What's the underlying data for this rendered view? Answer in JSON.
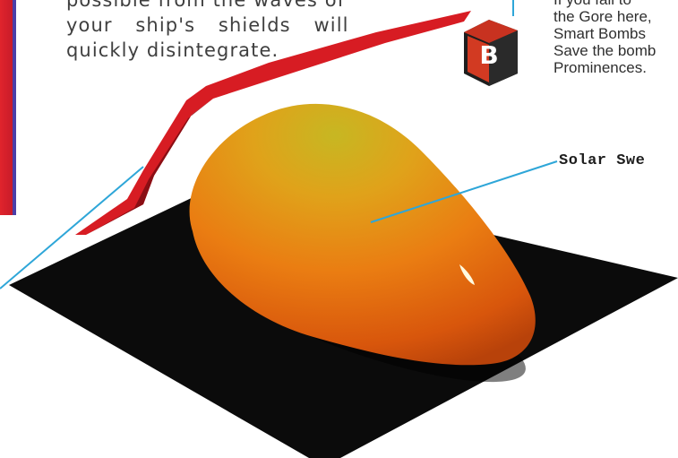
{
  "body_text": {
    "lines": [
      "possible from the waves of",
      "your ship's shields will",
      "quickly disintegrate."
    ]
  },
  "tip": {
    "lines": [
      "If you fail to",
      "the Gore here,",
      "Smart Bombs",
      "Save the bomb",
      "Prominences."
    ]
  },
  "callout": {
    "label": "Solar Swe"
  },
  "bomb_icon": {
    "letter": "B"
  },
  "colors": {
    "left_bar": "#d61f2a",
    "ribbon": "#d81d24",
    "platform": "#0c0c0c",
    "blob_light": "#c9b421",
    "blob_mid": "#e88a14",
    "blob_dark": "#d24e0a",
    "callout_line": "#2ea6d8"
  }
}
